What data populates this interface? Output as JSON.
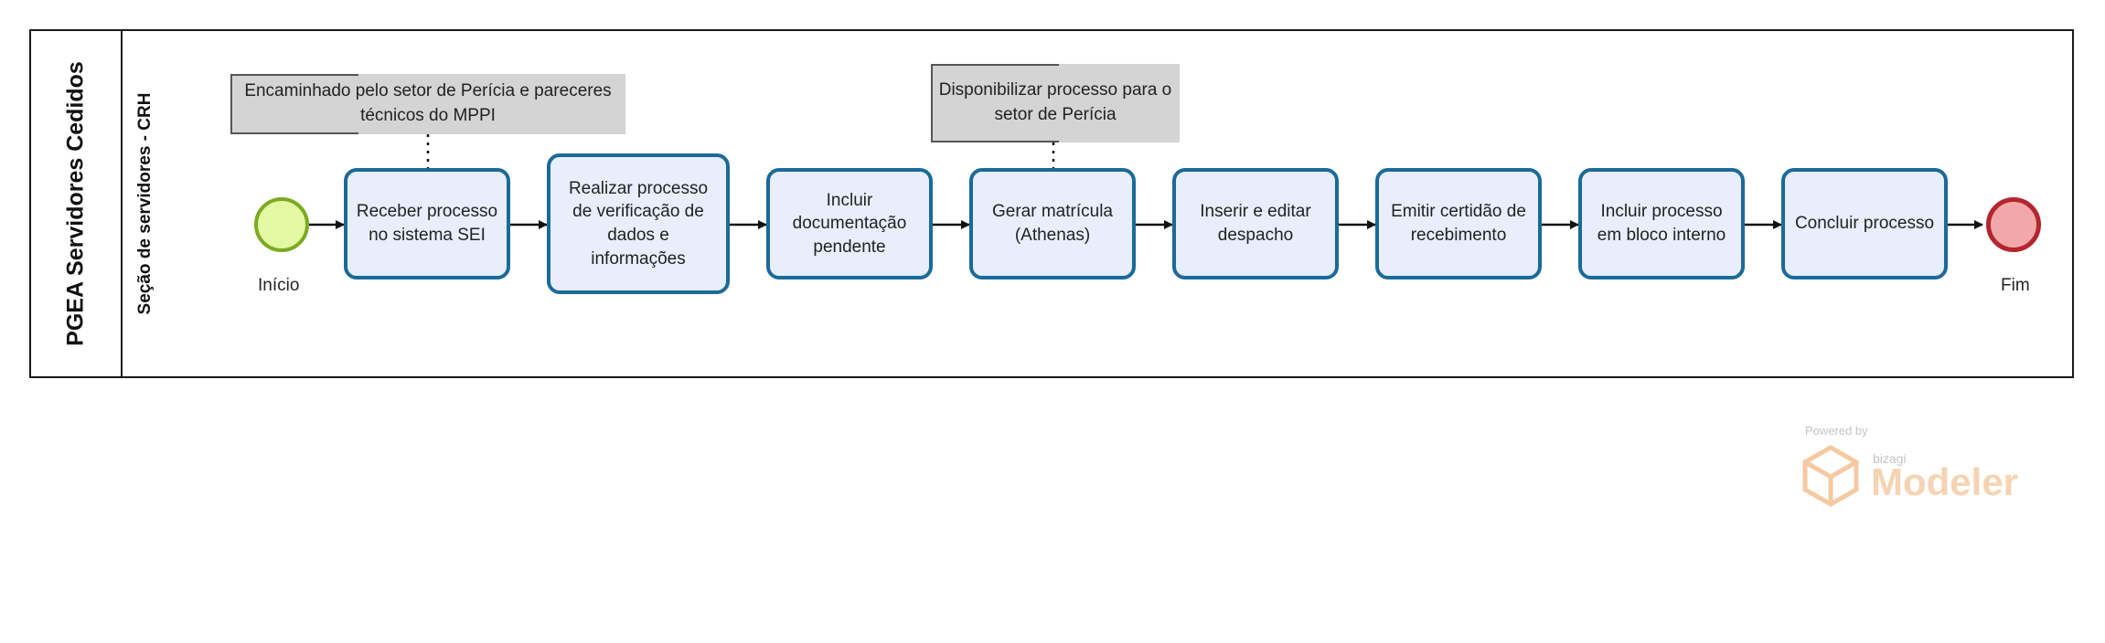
{
  "pool": {
    "title": "PGEA Servidores Cedidos"
  },
  "lane": {
    "title": "Seção de servidores - CRH"
  },
  "events": {
    "start": {
      "label": "Início"
    },
    "end": {
      "label": "Fim"
    }
  },
  "tasks": [
    {
      "label": "Receber processo no sistema SEI"
    },
    {
      "label": "Realizar processo de verificação de dados e informações"
    },
    {
      "label": "Incluir documentação pendente"
    },
    {
      "label": "Gerar matrícula (Athenas)"
    },
    {
      "label": "Inserir e editar despacho"
    },
    {
      "label": "Emitir certidão de recebimento"
    },
    {
      "label": "Incluir processo em bloco interno"
    },
    {
      "label": "Concluir processo"
    }
  ],
  "annotations": [
    {
      "text": "Encaminhado pelo setor de Perícia e pareceres técnicos do MPPI"
    },
    {
      "text": "Disponibilizar processo para o setor de Perícia"
    }
  ],
  "watermark": {
    "powered_by": "Powered by",
    "brand": "bizagi",
    "product": "Modeler"
  },
  "colors": {
    "task_fill": "#e8eefc",
    "task_border": "#1b6a98",
    "start_fill": "#e3f9a3",
    "start_border": "#7aab22",
    "end_fill": "#f2a8a8",
    "end_border": "#b3262d",
    "annotation_fill": "#d4d4d4",
    "watermark_accent": "#f6c9a0"
  }
}
